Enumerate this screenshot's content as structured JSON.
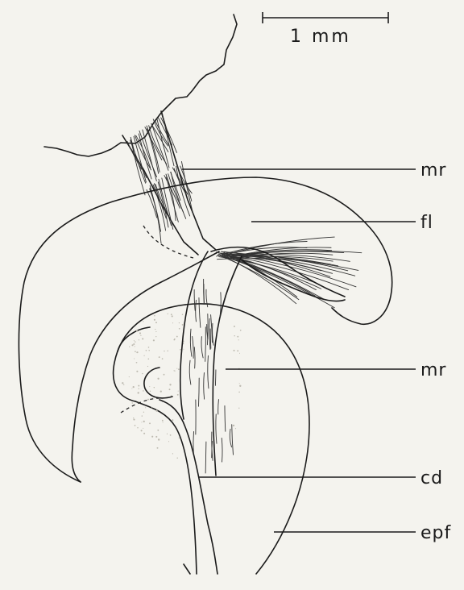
{
  "scale_bar": {
    "label": "1 mm"
  },
  "labels": {
    "mr_upper": "mr",
    "fl": "fl",
    "mr_lower": "mr",
    "cd": "cd",
    "epf": "epf"
  }
}
